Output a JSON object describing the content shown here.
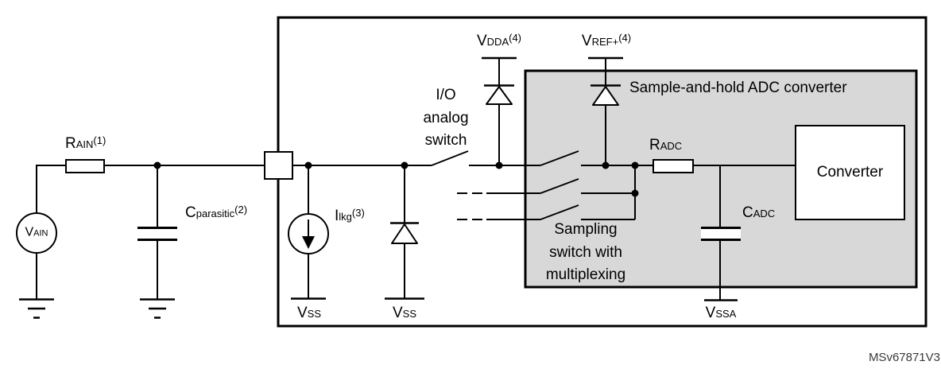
{
  "diagram": {
    "kind": "ADC input equivalent circuit schematic",
    "adc_block_title": "Sample-and-hold ADC converter",
    "converter_label": "Converter",
    "watermark": "MSv67871V3",
    "colors": {
      "line": "#000000",
      "adc_block_fill": "#d8d8d8",
      "background": "#ffffff"
    },
    "labels": {
      "vain": {
        "main": "V",
        "sub": "AIN"
      },
      "rain": {
        "main": "R",
        "sub": "AIN",
        "note": "(1)"
      },
      "cparasitic": {
        "main": "C",
        "sub": "parasitic",
        "note": "(2)"
      },
      "ilkg": {
        "main": "I",
        "sub": "lkg",
        "note": "(3)"
      },
      "vdda": {
        "main": "V",
        "sub": "DDA",
        "note": "(4)"
      },
      "vref": {
        "main": "V",
        "sub": "REF+",
        "note": "(4)"
      },
      "vss_left": {
        "main": "V",
        "sub": "SS"
      },
      "vss_right": {
        "main": "V",
        "sub": "SS"
      },
      "vssa": {
        "main": "V",
        "sub": "SSA"
      },
      "radc": {
        "main": "R",
        "sub": "ADC"
      },
      "cadc": {
        "main": "C",
        "sub": "ADC"
      },
      "io_switch": {
        "line1": "I/O",
        "line2": "analog",
        "line3": "switch"
      },
      "sampling_switch": {
        "line1": "Sampling",
        "line2": "switch with",
        "line3": "multiplexing"
      }
    }
  }
}
